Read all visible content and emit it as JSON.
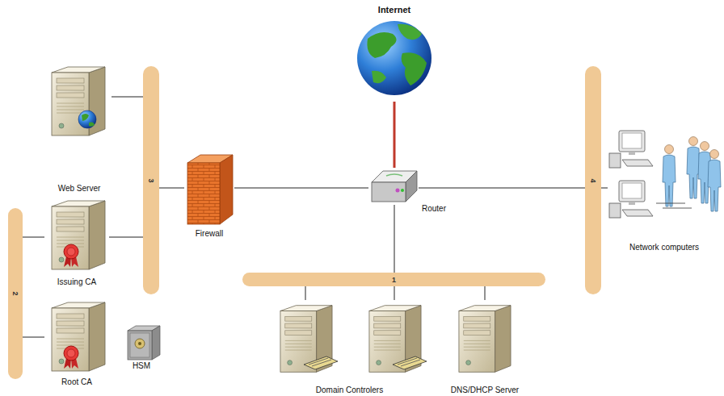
{
  "diagram": {
    "nodes": [
      {
        "text": [
          "Internet"
        ]
      },
      {
        "text": [
          "Web Server"
        ]
      },
      {
        "text": [
          "3"
        ]
      },
      {
        "text": [
          "Firewall"
        ]
      },
      {
        "text": [
          "Router"
        ]
      },
      {
        "text": [
          "4"
        ]
      },
      {
        "text": [
          "Network computers"
        ]
      },
      {
        "text": [
          "2"
        ]
      },
      {
        "text": [
          "Issuing CA"
        ]
      },
      {
        "text": [
          "1"
        ]
      },
      {
        "text": [
          "Root CA"
        ]
      },
      {
        "text": [
          "HSM"
        ]
      },
      {
        "text": [
          "Domain Controlers"
        ]
      },
      {
        "text": [
          "DNS/DHCP Server"
        ]
      }
    ],
    "edges": [
      {
        "from": 0,
        "to": 4,
        "arrow": "none"
      },
      {
        "from": 3,
        "to": 4,
        "arrow": "none"
      },
      {
        "from": 2,
        "to": 3,
        "arrow": "none"
      },
      {
        "from": 4,
        "to": 5,
        "arrow": "none"
      },
      {
        "from": 5,
        "to": 6,
        "arrow": "none"
      },
      {
        "from": 4,
        "to": 9,
        "arrow": "none"
      },
      {
        "from": 2,
        "to": 1,
        "arrow": "none"
      },
      {
        "from": 2,
        "to": 8,
        "arrow": "none"
      },
      {
        "from": 7,
        "to": 8,
        "arrow": "none"
      },
      {
        "from": 7,
        "to": 10,
        "arrow": "none"
      },
      {
        "from": 9,
        "to": 12,
        "arrow": "none"
      },
      {
        "from": 9,
        "to": 12,
        "arrow": "none"
      },
      {
        "from": 9,
        "to": 13,
        "arrow": "none"
      }
    ]
  }
}
